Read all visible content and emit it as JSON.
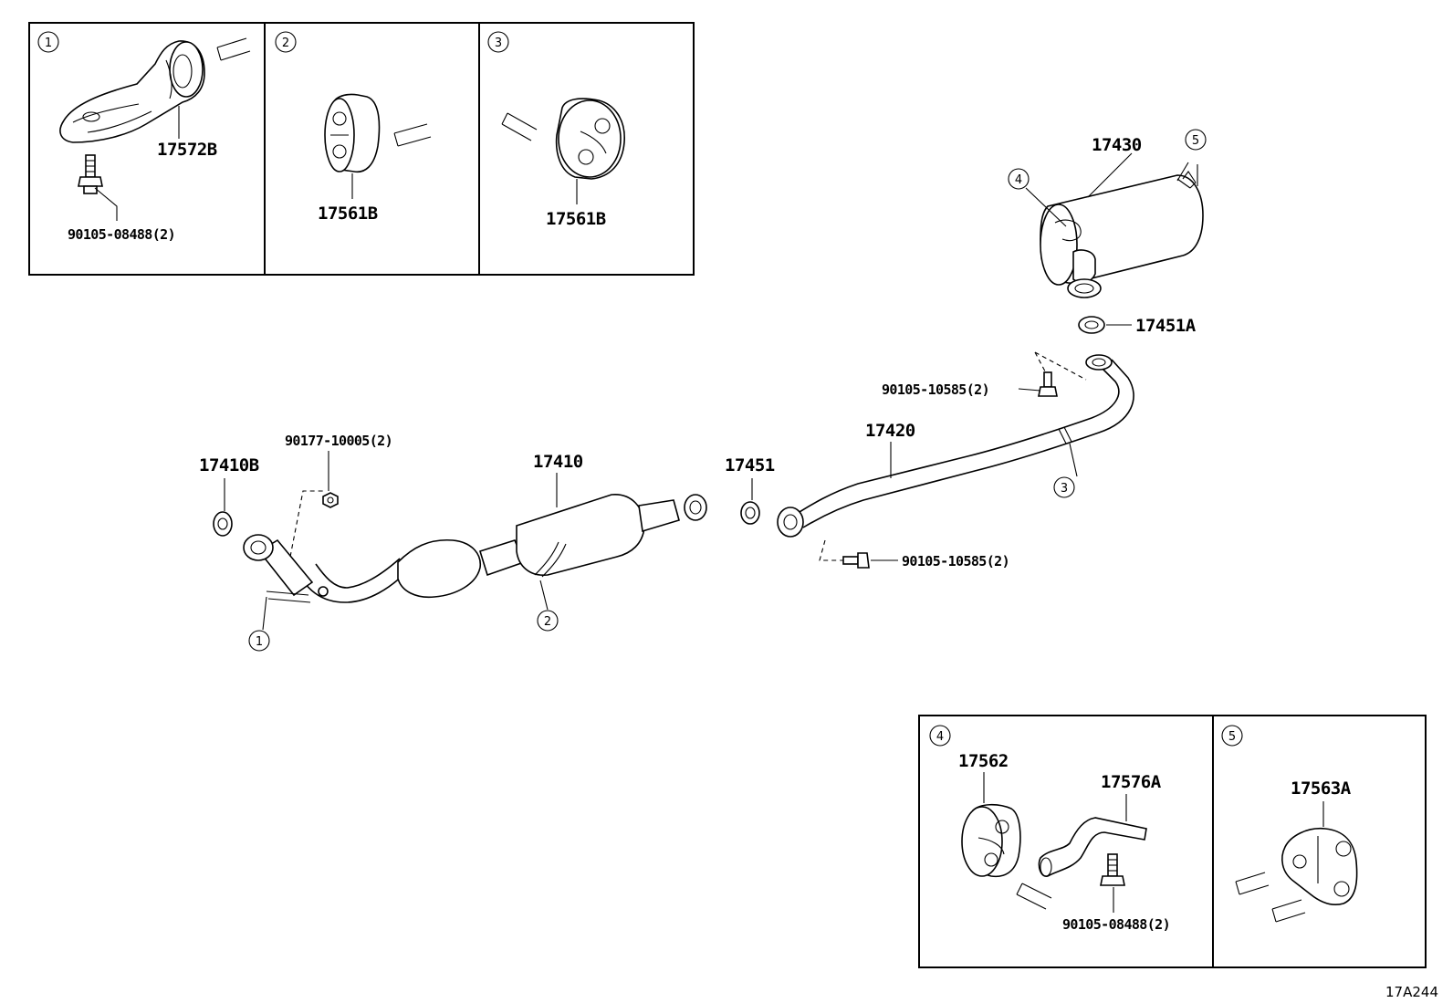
{
  "diagram_code": "17A244",
  "inset_top": {
    "panel_1": {
      "callout": "1",
      "part": "17572B",
      "bolt": "90105-08488(2)"
    },
    "panel_2": {
      "callout": "2",
      "part": "17561B"
    },
    "panel_3": {
      "callout": "3",
      "part": "17561B"
    }
  },
  "inset_bottom": {
    "panel_4": {
      "callout": "4",
      "part_a": "17562",
      "part_b": "17576A",
      "bolt": "90105-08488(2)"
    },
    "panel_5": {
      "callout": "5",
      "part": "17563A"
    }
  },
  "main": {
    "muffler": "17430",
    "muffler_gasket": "17451A",
    "tail_pipe": "17420",
    "tail_bolt_upper": "90105-10585(2)",
    "tail_bolt_lower": "90105-10585(2)",
    "gasket_mid": "17451",
    "front_pipe": "17410",
    "front_gasket": "17410B",
    "front_nut": "90177-10005(2)",
    "callout_1": "1",
    "callout_2": "2",
    "callout_3": "3",
    "callout_4": "4",
    "callout_5": "5"
  }
}
